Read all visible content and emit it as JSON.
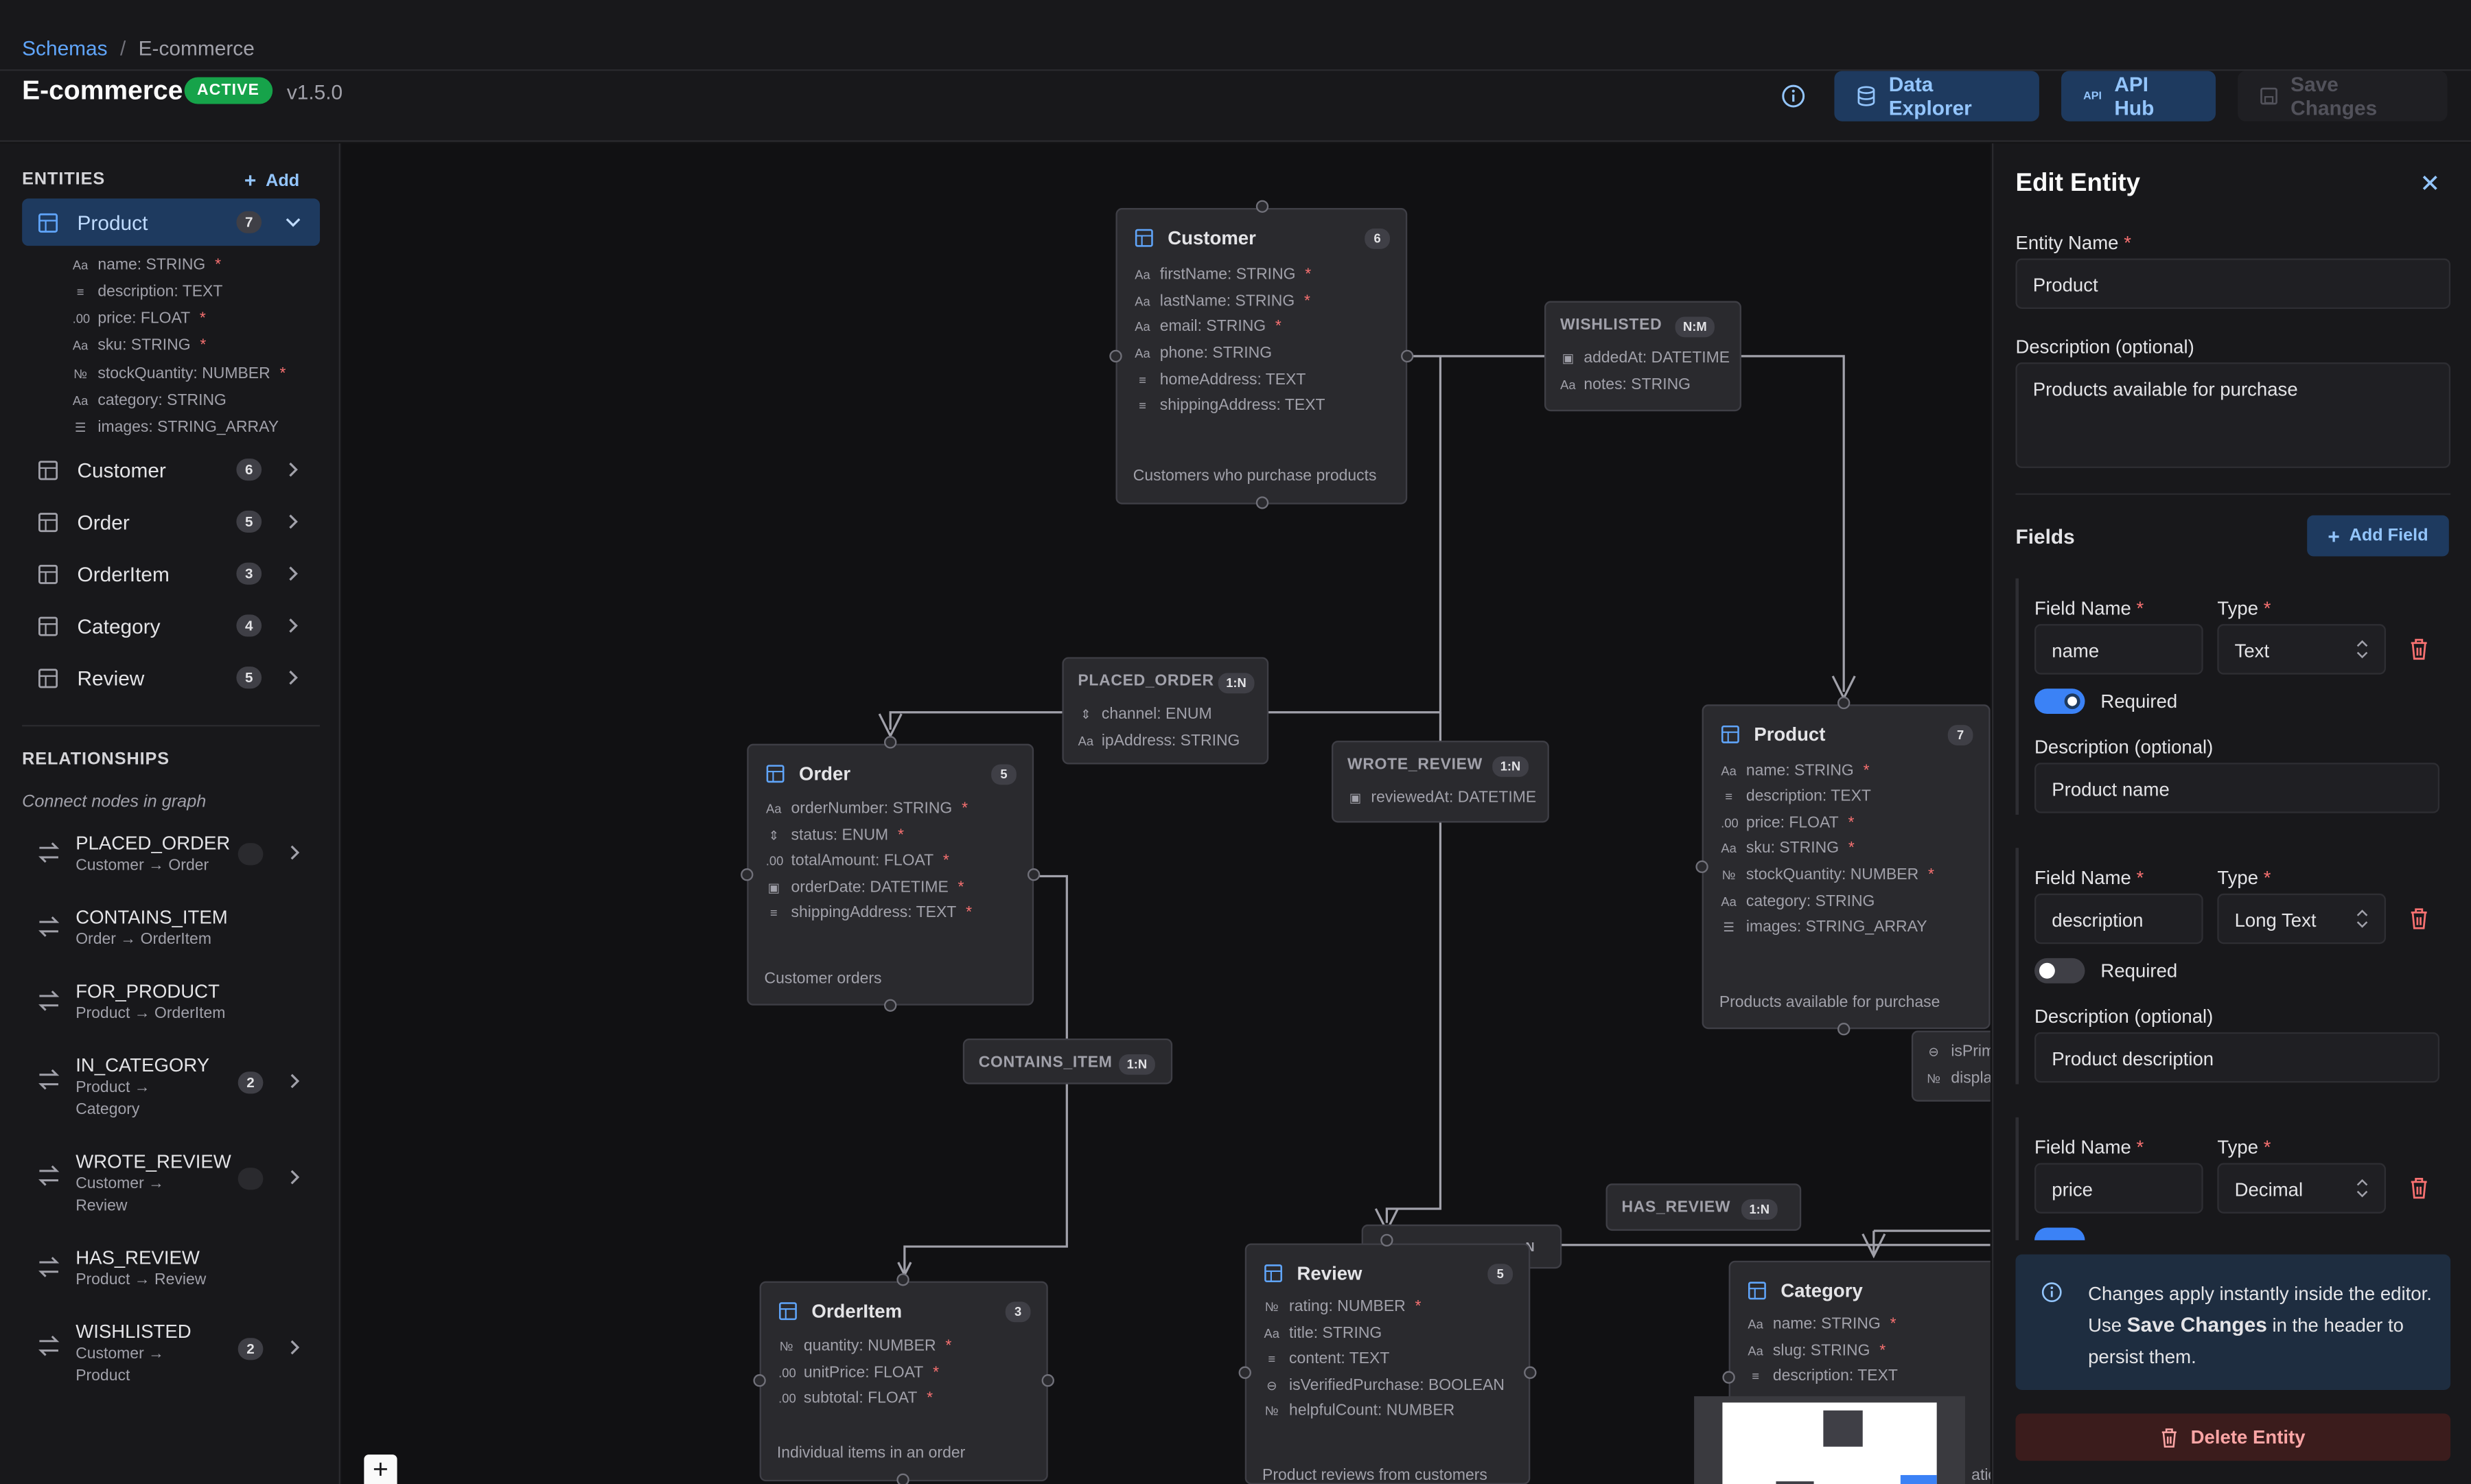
{
  "breadcrumb": {
    "root": "Schemas",
    "separator": "/",
    "current": "E-commerce"
  },
  "header": {
    "title": "E-commerce",
    "status": "ACTIVE",
    "version": "v1.5.0",
    "buttons": {
      "data_explorer": "Data Explorer",
      "api_hub": "API Hub",
      "api_hub_icon": "API",
      "save": "Save Changes"
    }
  },
  "sidebar": {
    "entities_title": "ENTITIES",
    "add_label": "Add",
    "entities": [
      {
        "name": "Product",
        "count": "7"
      },
      {
        "name": "Customer",
        "count": "6"
      },
      {
        "name": "Order",
        "count": "5"
      },
      {
        "name": "OrderItem",
        "count": "3"
      },
      {
        "name": "Category",
        "count": "4"
      },
      {
        "name": "Review",
        "count": "5"
      }
    ],
    "product_fields": [
      {
        "icon": "Aa",
        "text": "name: STRING",
        "req": "*"
      },
      {
        "icon": "≡",
        "text": "description: TEXT",
        "req": ""
      },
      {
        "icon": ".00",
        "text": "price: FLOAT",
        "req": "*"
      },
      {
        "icon": "Aa",
        "text": "sku: STRING",
        "req": "*"
      },
      {
        "icon": "№",
        "text": "stockQuantity: NUMBER",
        "req": "*"
      },
      {
        "icon": "Aa",
        "text": "category: STRING",
        "req": ""
      },
      {
        "icon": "☰",
        "text": "images: STRING_ARRAY",
        "req": ""
      }
    ],
    "relationships_title": "RELATIONSHIPS",
    "relationships_hint": "Connect nodes in graph",
    "relationships": [
      {
        "name": "PLACED_ORDER",
        "sub1": "Customer → Order",
        "sub2": "",
        "count": ""
      },
      {
        "name": "CONTAINS_ITEM",
        "sub1": "Order → OrderItem",
        "sub2": "",
        "count": ""
      },
      {
        "name": "FOR_PRODUCT",
        "sub1": "Product → OrderItem",
        "sub2": "",
        "count": ""
      },
      {
        "name": "IN_CATEGORY",
        "sub1": "Product →",
        "sub2": "Category",
        "count": "2"
      },
      {
        "name": "WROTE_REVIEW",
        "sub1": "Customer →",
        "sub2": "Review",
        "count": ""
      },
      {
        "name": "HAS_REVIEW",
        "sub1": "Product → Review",
        "sub2": "",
        "count": ""
      },
      {
        "name": "WISHLISTED",
        "sub1": "Customer →",
        "sub2": "Product",
        "count": "2"
      }
    ]
  },
  "canvas": {
    "nodes": {
      "customer": {
        "title": "Customer",
        "count": "6",
        "desc": "Customers who purchase products",
        "fields": [
          {
            "icon": "Aa",
            "text": "firstName: STRING",
            "req": "*"
          },
          {
            "icon": "Aa",
            "text": "lastName: STRING",
            "req": "*"
          },
          {
            "icon": "Aa",
            "text": "email: STRING",
            "req": "*"
          },
          {
            "icon": "Aa",
            "text": "phone: STRING",
            "req": ""
          },
          {
            "icon": "≡",
            "text": "homeAddress: TEXT",
            "req": ""
          },
          {
            "icon": "≡",
            "text": "shippingAddress: TEXT",
            "req": ""
          }
        ]
      },
      "order": {
        "title": "Order",
        "count": "5",
        "desc": "Customer orders",
        "fields": [
          {
            "icon": "Aa",
            "text": "orderNumber: STRING",
            "req": "*"
          },
          {
            "icon": "⇕",
            "text": "status: ENUM",
            "req": "*"
          },
          {
            "icon": ".00",
            "text": "totalAmount: FLOAT",
            "req": "*"
          },
          {
            "icon": "▣",
            "text": "orderDate: DATETIME",
            "req": "*"
          },
          {
            "icon": "≡",
            "text": "shippingAddress: TEXT",
            "req": "*"
          }
        ]
      },
      "product": {
        "title": "Product",
        "count": "7",
        "desc": "Products available for purchase",
        "fields": [
          {
            "icon": "Aa",
            "text": "name: STRING",
            "req": "*"
          },
          {
            "icon": "≡",
            "text": "description: TEXT",
            "req": ""
          },
          {
            "icon": ".00",
            "text": "price: FLOAT",
            "req": "*"
          },
          {
            "icon": "Aa",
            "text": "sku: STRING",
            "req": "*"
          },
          {
            "icon": "№",
            "text": "stockQuantity: NUMBER",
            "req": "*"
          },
          {
            "icon": "Aa",
            "text": "category: STRING",
            "req": ""
          },
          {
            "icon": "☰",
            "text": "images: STRING_ARRAY",
            "req": ""
          }
        ]
      },
      "orderitem": {
        "title": "OrderItem",
        "count": "3",
        "desc": "Individual items in an order",
        "fields": [
          {
            "icon": "№",
            "text": "quantity: NUMBER",
            "req": "*"
          },
          {
            "icon": ".00",
            "text": "unitPrice: FLOAT",
            "req": "*"
          },
          {
            "icon": ".00",
            "text": "subtotal: FLOAT",
            "req": "*"
          }
        ]
      },
      "review": {
        "title": "Review",
        "count": "5",
        "desc": "Product reviews from customers",
        "fields": [
          {
            "icon": "№",
            "text": "rating: NUMBER",
            "req": "*"
          },
          {
            "icon": "Aa",
            "text": "title: STRING",
            "req": ""
          },
          {
            "icon": "≡",
            "text": "content: TEXT",
            "req": ""
          },
          {
            "icon": "⊖",
            "text": "isVerifiedPurchase: BOOLEAN",
            "req": ""
          },
          {
            "icon": "№",
            "text": "helpfulCount: NUMBER",
            "req": ""
          }
        ]
      },
      "category": {
        "title": "Category",
        "count": "",
        "desc": "",
        "fields": [
          {
            "icon": "Aa",
            "text": "name: STRING",
            "req": "*"
          },
          {
            "icon": "Aa",
            "text": "slug: STRING",
            "req": "*"
          },
          {
            "icon": "≡",
            "text": "description: TEXT",
            "req": ""
          }
        ]
      },
      "partial": {
        "f1": "isPrim",
        "f2": "displa",
        "f3": "atio"
      }
    },
    "relations": {
      "wishlisted": {
        "title": "WISHLISTED",
        "card": "N:M",
        "fields": [
          {
            "icon": "▣",
            "text": "addedAt: DATETIME"
          },
          {
            "icon": "Aa",
            "text": "notes: STRING"
          }
        ]
      },
      "placed_order": {
        "title": "PLACED_ORDER",
        "card": "1:N",
        "fields": [
          {
            "icon": "⇕",
            "text": "channel: ENUM"
          },
          {
            "icon": "Aa",
            "text": "ipAddress: STRING"
          }
        ]
      },
      "wrote_review": {
        "title": "WROTE_REVIEW",
        "card": "1:N",
        "fields": [
          {
            "icon": "▣",
            "text": "reviewedAt: DATETIME"
          }
        ]
      },
      "contains_item": {
        "title": "CONTAINS_ITEM",
        "card": "1:N"
      },
      "has_review": {
        "title": "HAS_REVIEW",
        "card": "1:N"
      },
      "hidden_card": "N"
    },
    "zoom_plus": "+"
  },
  "panel": {
    "title": "Edit Entity",
    "entity_name_label": "Entity Name",
    "entity_name": "Product",
    "desc_label": "Description (optional)",
    "desc_value": "Products available for purchase",
    "fields_title": "Fields",
    "add_field": "Add Field",
    "field_name_label": "Field Name",
    "type_label": "Type",
    "required_label": "Required",
    "fdesc_label": "Description (optional)",
    "fields": [
      {
        "name": "name",
        "type": "Text",
        "required": true,
        "desc": "Product name"
      },
      {
        "name": "description",
        "type": "Long Text",
        "required": false,
        "desc": "Product description"
      },
      {
        "name": "price",
        "type": "Decimal",
        "required": true,
        "desc": ""
      }
    ],
    "info_pre": "Changes apply instantly inside the editor. Use ",
    "info_bold": "Save Changes",
    "info_post": " in the header to persist them.",
    "delete": "Delete Entity"
  },
  "colors": {
    "accent": "#60a5fa",
    "success": "#16a34a",
    "danger": "#f87171"
  }
}
